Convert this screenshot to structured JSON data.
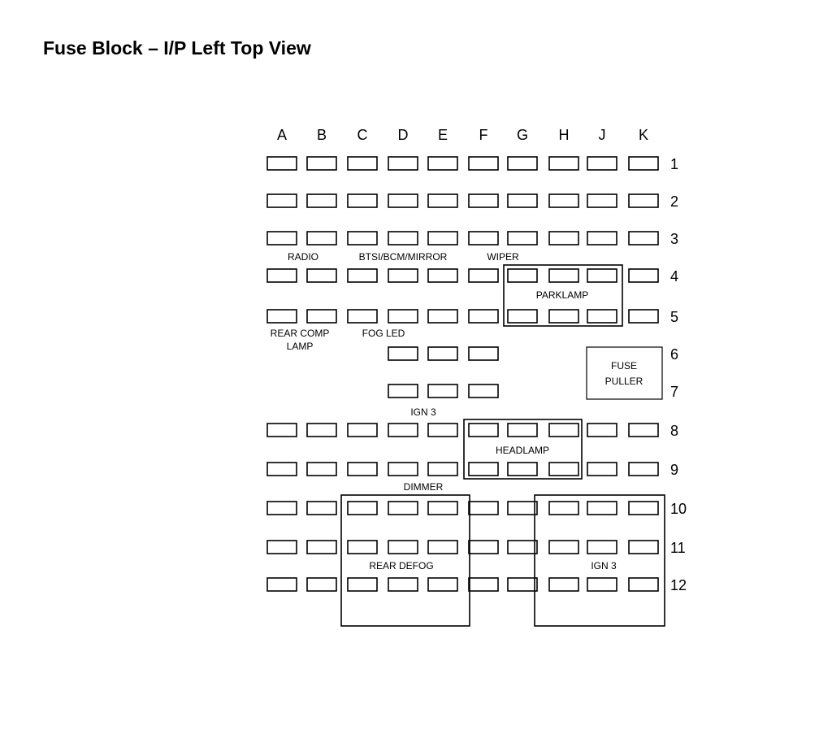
{
  "title": "Fuse Block – I/P Left Top View",
  "columns": [
    "A",
    "B",
    "C",
    "D",
    "E",
    "F",
    "G",
    "H",
    "J",
    "K"
  ],
  "rows": [
    "1",
    "2",
    "3",
    "4",
    "5",
    "6",
    "7",
    "8",
    "9",
    "10",
    "11",
    "12"
  ],
  "fuse_rows": [
    {
      "row": "1",
      "cols": [
        "A",
        "B",
        "C",
        "D",
        "E",
        "F",
        "G",
        "H",
        "J",
        "K"
      ]
    },
    {
      "row": "2",
      "cols": [
        "A",
        "B",
        "C",
        "D",
        "E",
        "F",
        "G",
        "H",
        "J",
        "K"
      ]
    },
    {
      "row": "3",
      "cols": [
        "A",
        "B",
        "C",
        "D",
        "E",
        "F",
        "G",
        "H",
        "J",
        "K"
      ]
    },
    {
      "row": "4",
      "cols": [
        "A",
        "B",
        "C",
        "D",
        "E",
        "F",
        "G",
        "H",
        "J",
        "K"
      ]
    },
    {
      "row": "5",
      "cols": [
        "A",
        "B",
        "C",
        "D",
        "E",
        "F",
        "G",
        "H",
        "J",
        "K"
      ]
    },
    {
      "row": "6",
      "cols": [
        "D",
        "E",
        "F"
      ]
    },
    {
      "row": "7",
      "cols": [
        "D",
        "E",
        "F"
      ]
    },
    {
      "row": "8",
      "cols": [
        "A",
        "B",
        "C",
        "D",
        "E",
        "F",
        "G",
        "H",
        "J",
        "K"
      ]
    },
    {
      "row": "9",
      "cols": [
        "A",
        "B",
        "C",
        "D",
        "E",
        "F",
        "G",
        "H",
        "J",
        "K"
      ]
    },
    {
      "row": "10",
      "cols": [
        "A",
        "B",
        "C",
        "D",
        "E",
        "F",
        "G",
        "H",
        "J",
        "K"
      ]
    },
    {
      "row": "11",
      "cols": [
        "A",
        "B",
        "C",
        "D",
        "E",
        "F",
        "G",
        "H",
        "J",
        "K"
      ]
    },
    {
      "row": "12",
      "cols": [
        "A",
        "B",
        "C",
        "D",
        "E",
        "F",
        "G",
        "H",
        "J",
        "K"
      ]
    }
  ],
  "labels": {
    "radio": "RADIO",
    "btsi": "BTSI/BCM/MIRROR",
    "wiper": "WIPER",
    "parklamp": "PARKLAMP",
    "rear_comp_1": "REAR COMP",
    "rear_comp_2": "LAMP",
    "fog_led": "FOG LED",
    "ign3_mid": "IGN 3",
    "headlamp": "HEADLAMP",
    "dimmer": "DIMMER",
    "rear_defog": "REAR DEFOG",
    "ign3_right": "IGN 3"
  },
  "fuse_puller": {
    "line1": "FUSE",
    "line2": "PULLER"
  },
  "groups": [
    {
      "name": "parklamp",
      "label": "PARKLAMP",
      "rows": [
        "4",
        "5"
      ],
      "cols": [
        "G",
        "H",
        "J"
      ]
    },
    {
      "name": "headlamp",
      "label": "HEADLAMP",
      "rows": [
        "8",
        "9"
      ],
      "cols": [
        "F",
        "G",
        "H"
      ]
    },
    {
      "name": "rear-defog",
      "label": "REAR DEFOG",
      "rows": [
        "10",
        "11",
        "12"
      ],
      "cols": [
        "C",
        "D",
        "E"
      ]
    },
    {
      "name": "ign3",
      "label": "IGN 3",
      "rows": [
        "10",
        "11",
        "12"
      ],
      "cols": [
        "H",
        "J",
        "K"
      ]
    }
  ]
}
